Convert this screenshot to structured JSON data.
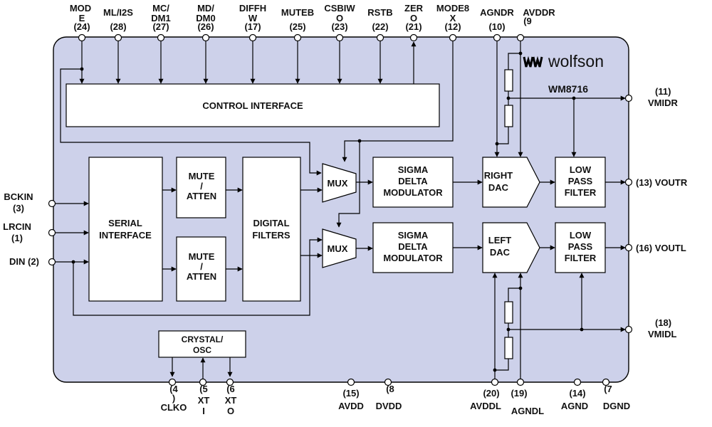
{
  "brand": {
    "logo_text": "wolfson",
    "part_number": "WM8716"
  },
  "blocks": {
    "control_interface": "CONTROL INTERFACE",
    "serial_interface": [
      "SERIAL",
      "INTERFACE"
    ],
    "mute_atten_upper": [
      "MUTE",
      "/",
      "ATTEN"
    ],
    "mute_atten_lower": [
      "MUTE",
      "/",
      "ATTEN"
    ],
    "digital_filters": [
      "DIGITAL",
      "FILTERS"
    ],
    "mux_upper": "MUX",
    "mux_lower": "MUX",
    "sigma_delta_upper": [
      "SIGMA",
      "DELTA",
      "MODULATOR"
    ],
    "sigma_delta_lower": [
      "SIGMA",
      "DELTA",
      "MODULATOR"
    ],
    "right_dac": [
      "RIGHT",
      "DAC"
    ],
    "left_dac": [
      "LEFT",
      "DAC"
    ],
    "lpf_upper": [
      "LOW",
      "PASS",
      "FILTER"
    ],
    "lpf_lower": [
      "LOW",
      "PASS",
      "FILTER"
    ],
    "crystal_osc": [
      "CRYSTAL/",
      "OSC"
    ]
  },
  "pins": {
    "top": [
      {
        "name": [
          "MOD",
          "E"
        ],
        "num": "(24)"
      },
      {
        "name": [
          "ML/I2S"
        ],
        "num": "(28)"
      },
      {
        "name": [
          "MC/",
          "DM1"
        ],
        "num": "(27)"
      },
      {
        "name": [
          "MD/",
          "DM0"
        ],
        "num": "(26)"
      },
      {
        "name": [
          "DIFFH",
          "W"
        ],
        "num": "(17)"
      },
      {
        "name": [
          "MUTEB"
        ],
        "num": "(25)"
      },
      {
        "name": [
          "CSBIW",
          "O"
        ],
        "num": "(23)"
      },
      {
        "name": [
          "RSTB"
        ],
        "num": "(22)"
      },
      {
        "name": [
          "ZER",
          "O"
        ],
        "num": "(21)"
      },
      {
        "name": [
          "MODE8",
          "X"
        ],
        "num": "(12)"
      },
      {
        "name": [
          "AGNDR"
        ],
        "num": "(10)"
      },
      {
        "name": [
          "AVDDR"
        ],
        "num": "(9"
      }
    ],
    "left": {
      "bckin": [
        "BCKIN",
        "(3)"
      ],
      "lrcin": [
        "LRCIN",
        "(1)"
      ],
      "din": "DIN (2)"
    },
    "right": {
      "vmidr": [
        "(11)",
        "VMIDR"
      ],
      "voutr": "(13) VOUTR",
      "voutl": "(16) VOUTL",
      "vmidl": [
        "(18)",
        "VMIDL"
      ]
    },
    "bottom": {
      "clko": [
        "(4",
        ")",
        "CLKO"
      ],
      "xti": [
        "(5",
        "XT",
        "I"
      ],
      "xto": [
        "(6",
        "XT",
        "O"
      ],
      "avdd": [
        "(15)",
        "AVDD"
      ],
      "dvdd": [
        "(8",
        "DVDD"
      ],
      "avddl": [
        "(20)",
        "AVDDL"
      ],
      "agndl": [
        "(19)",
        "AGNDL"
      ],
      "agnd": [
        "(14)",
        "AGND"
      ],
      "dgnd": [
        "(7",
        "DGND"
      ]
    }
  },
  "colors": {
    "chip_fill": "#cdd1ea",
    "block_fill": "#ffffff",
    "line": "#000000"
  }
}
